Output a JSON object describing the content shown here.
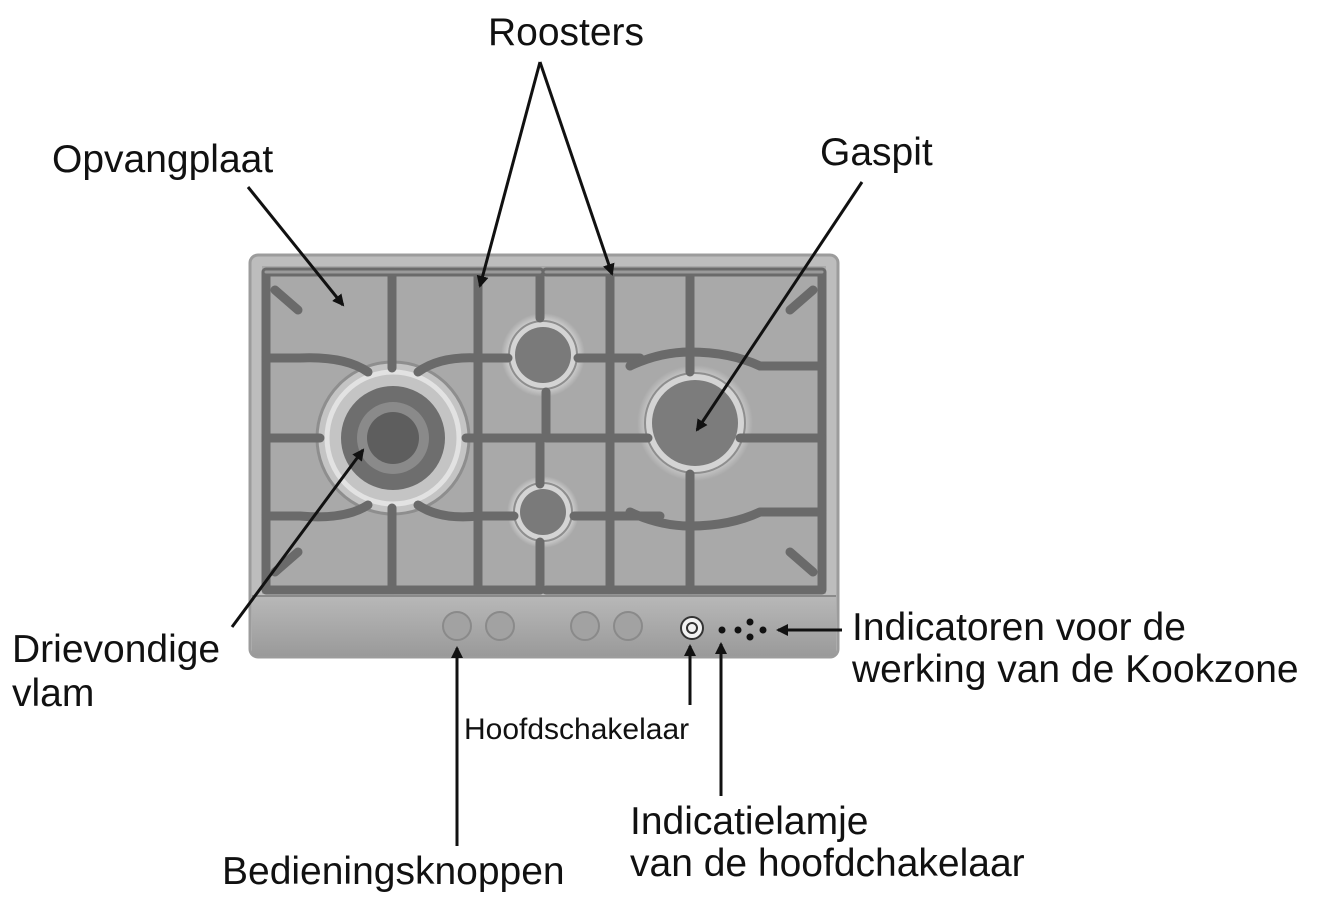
{
  "labels": {
    "roosters": "Roosters",
    "opvangplaat": "Opvangplaat",
    "gaspit": "Gaspit",
    "drievondige_line1": "Drievondige",
    "drievondige_line2": "vlam",
    "indicatoren_line1": "Indicatoren voor de",
    "indicatoren_line2": "werking van de Kookzone",
    "hoofdschakelaar": "Hoofdschakelaar",
    "indicatielampje_line1": "Indicatielamje",
    "indicatielampje_line2": "van de hoofdchakelaar",
    "bedieningsknoppen": "Bedieningsknoppen"
  },
  "colors": {
    "hob_surface": "#a9a9a9",
    "grate": "#6a6a6a",
    "burner": "#7c7c7c",
    "text": "#111111"
  }
}
